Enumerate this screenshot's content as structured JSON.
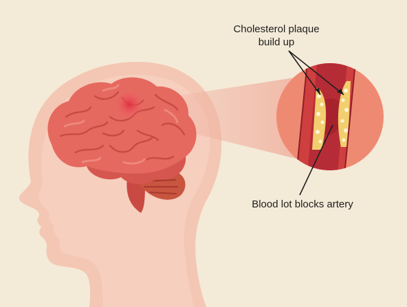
{
  "labels": {
    "plaque_line1": "Cholesterol plaque",
    "plaque_line2": "build up",
    "clot": "Blood lot blocks artery"
  },
  "colors": {
    "background": "#f4ead8",
    "head": "#f3c7b3",
    "head_inner": "#f6d1c0",
    "brain": "#e5695f",
    "brain_dark": "#c94a42",
    "brain_fold": "#f08e82",
    "cerebellum": "#c8553f",
    "artery_wall": "#cf3f3f",
    "clot": "#a8222e",
    "plaque": "#f2cf6e",
    "circle_bg": "#ef8a72",
    "beam": "#f2b7a8",
    "hotspot": "#e0303f"
  }
}
